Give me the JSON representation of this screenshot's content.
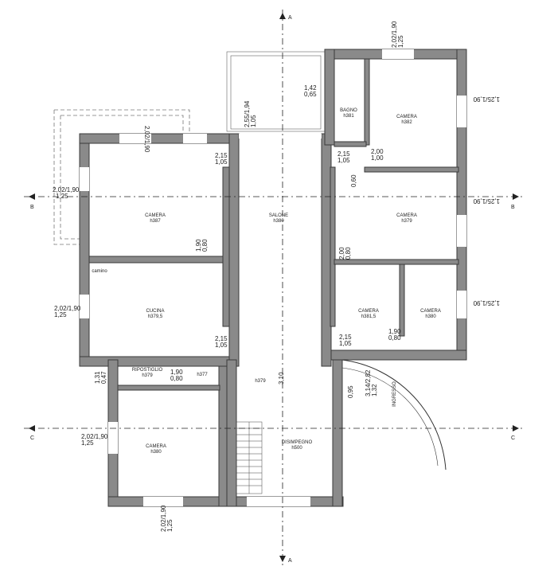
{
  "rooms": [
    {
      "name": "CAMERA",
      "height": "h387"
    },
    {
      "name": "SALONE",
      "height": "h380"
    },
    {
      "name": "CAMERA",
      "height": "h379"
    },
    {
      "name": "BAGNO",
      "height": "h381"
    },
    {
      "name": "CAMERA",
      "height": "h382"
    },
    {
      "name": "CUCINA",
      "height": "h379,5"
    },
    {
      "name": "CAMERA",
      "height": "h381,5"
    },
    {
      "name": "CAMERA",
      "height": "h380"
    },
    {
      "name": "RIPOSTIGLIO",
      "height": "h379"
    },
    {
      "name": "CAMERA",
      "height": "h380"
    },
    {
      "name": "DISIMPEGNO",
      "height": "h500"
    }
  ],
  "labels": {
    "camino": "camino",
    "ingresso": "INGRESSO",
    "h379_stair": "h379",
    "h377": "h377"
  },
  "axes": {
    "a": "A",
    "b": "B",
    "c": "C"
  },
  "dims": {
    "d202_190": "2,02/1,90",
    "d125": "1,25",
    "d215": "2,15",
    "d105": "1,05",
    "d200": "2,00",
    "d100": "1,00",
    "d190": "1,90",
    "d080": "0,80",
    "d142": "1,42",
    "d065": "0,65",
    "d255_194": "2,55/1,94",
    "d105b": "1,05",
    "d060": "0,60",
    "d131": "1,31",
    "d047": "0,47",
    "d310": "3,10",
    "d095": "0,95",
    "d314_282": "3,14/2,82",
    "d132": "1,32",
    "d125_190": "1,25/1,90"
  }
}
